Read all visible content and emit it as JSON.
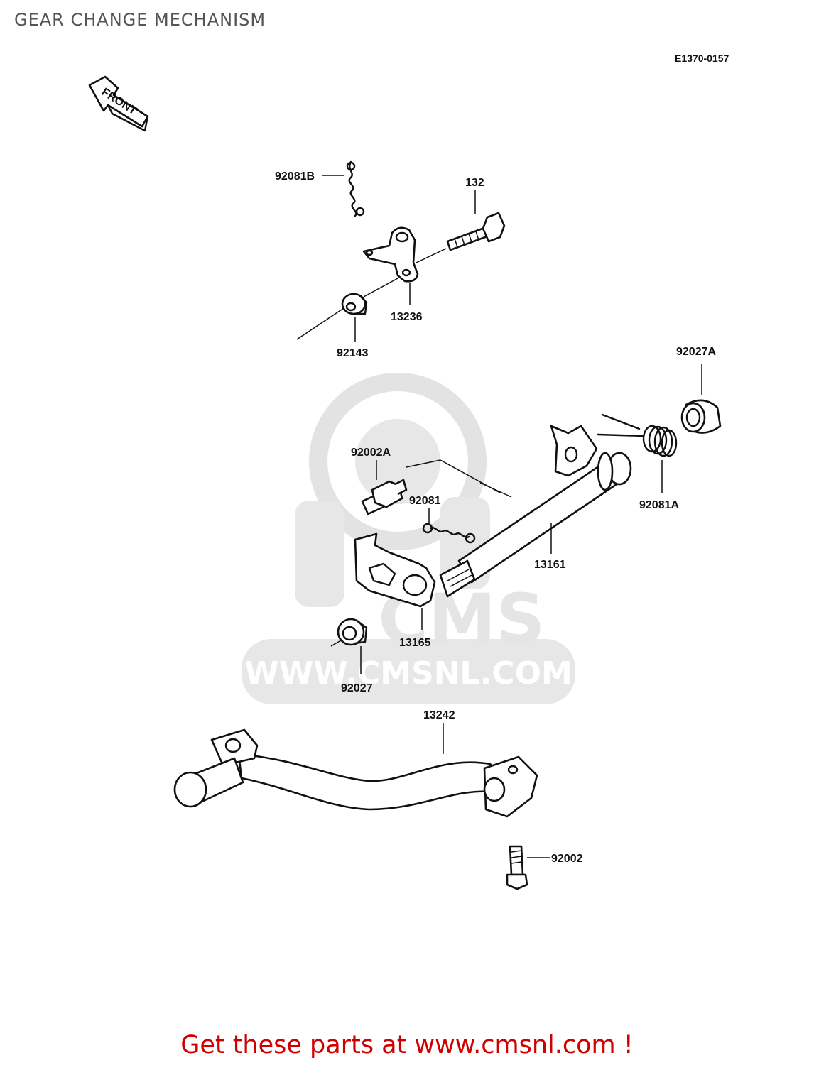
{
  "header": {
    "title": "GEAR CHANGE MECHANISM",
    "diagram_code": "E1370-0157"
  },
  "orientation": {
    "front_label": "FRONT"
  },
  "watermark": {
    "logo_text": "CMS",
    "url_text": "WWW.CMSNL.COM"
  },
  "callouts": {
    "p92081B": "92081B",
    "p132": "132",
    "p13236": "13236",
    "p92143": "92143",
    "p92027A": "92027A",
    "p92002A": "92002A",
    "p92081": "92081",
    "p92081A": "92081A",
    "p13161": "13161",
    "p13165": "13165",
    "p92027": "92027",
    "p13242": "13242",
    "p92002": "92002"
  },
  "footer": {
    "text": "Get these parts at www.cmsnl.com !"
  },
  "colors": {
    "footer_text": "#d10000",
    "title_text": "#555555",
    "watermark": "#e7e7e7"
  }
}
